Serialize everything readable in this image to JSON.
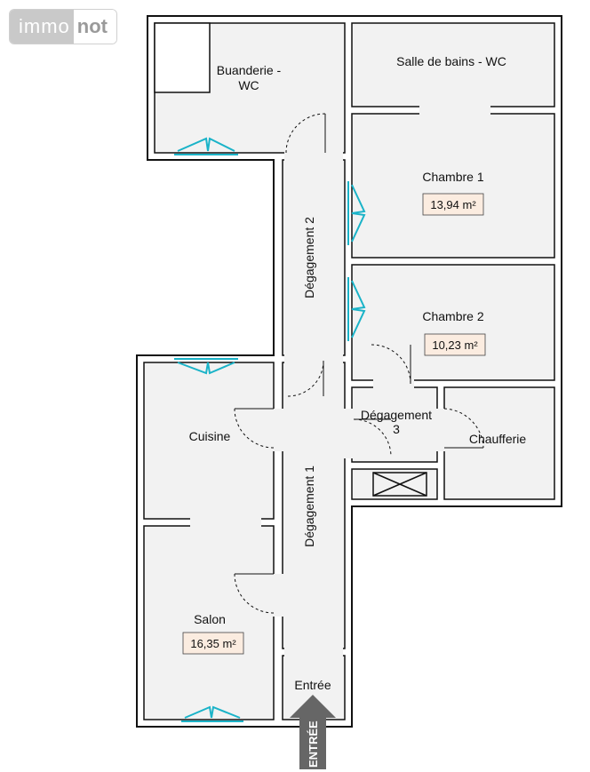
{
  "logo": {
    "part1": "immo",
    "part2": "not"
  },
  "rooms": {
    "buanderie_line1": "Buanderie -",
    "buanderie_line2": "WC",
    "salle_de_bains": "Salle de bains - WC",
    "chambre1": "Chambre 1",
    "chambre1_area": "13,94 m²",
    "degagement2": "Dégagement 2",
    "chambre2": "Chambre 2",
    "chambre2_area": "10,23 m²",
    "degagement3_line1": "Dégagement",
    "degagement3_line2": "3",
    "chaufferie": "Chaufferie",
    "cuisine": "Cuisine",
    "degagement1": "Dégagement 1",
    "salon": "Salon",
    "salon_area": "16,35 m²",
    "entree": "Entrée"
  },
  "entrance_arrow": "ENTRÉE",
  "colors": {
    "wall": "#111111",
    "floor": "#f2f2f2",
    "window": "#1ab3c8",
    "area_badge": "#fbece0"
  }
}
